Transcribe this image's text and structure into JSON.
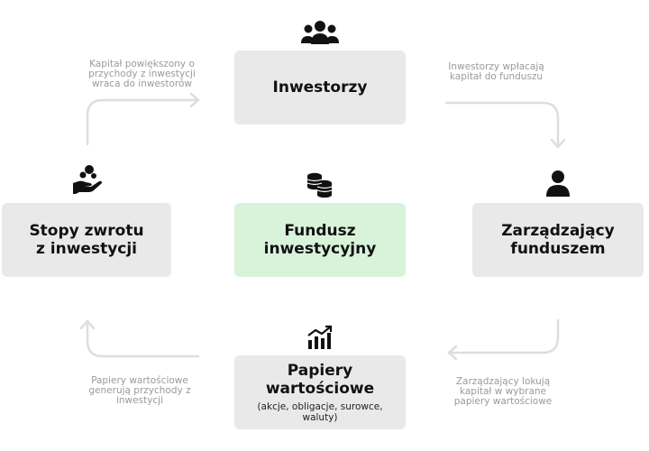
{
  "nodes": {
    "investors": {
      "title": "Inwestorzy"
    },
    "fund": {
      "title": "Fundusz\ninwestycyjny"
    },
    "manager": {
      "title": "Zarządzający\nfunduszem"
    },
    "returns": {
      "title": "Stopy zwrotu\nz inwestycji"
    },
    "securities": {
      "title": "Papiery\nwartościowe",
      "subtitle": "(akcje, obligacje, surowce,\nwaluty)"
    }
  },
  "edges": {
    "investors_to_manager": "Inwestorzy wpłacają\nkapitał do funduszu",
    "manager_to_securities": "Zarządzający lokują\nkapitał w wybrane\npapiery wartościowe",
    "securities_to_returns": "Papiery wartościowe\ngenerują przychody z\ninwestycji",
    "returns_to_investors": "Kapitał powiększony o\nprzychody z inwestycji\nwraca do inwestorów"
  },
  "icons": {
    "investors": "people-group-icon",
    "fund": "coin-stack-icon",
    "manager": "person-icon",
    "returns": "hand-coins-icon",
    "securities": "bar-chart-icon"
  },
  "colors": {
    "box": "#e9e9e9",
    "fund_box": "#d9f3da",
    "arrow": "#dedede",
    "label": "#9a9a9a",
    "icon": "#111111"
  }
}
